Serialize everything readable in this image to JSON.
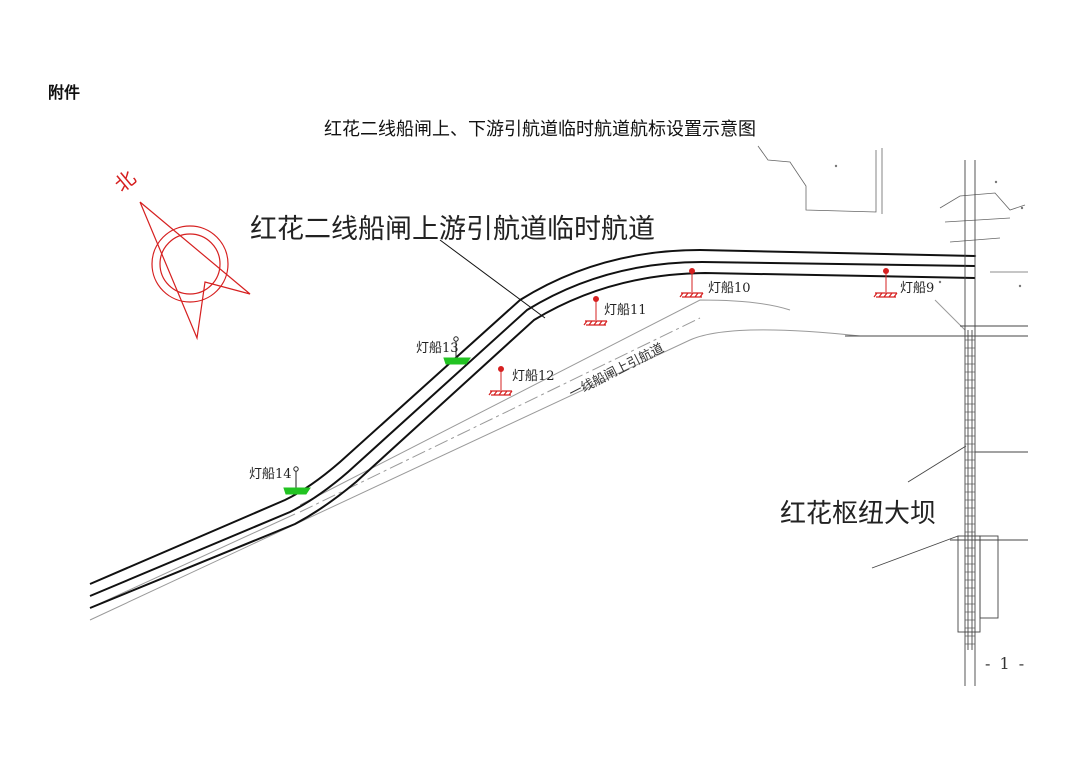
{
  "header": {
    "attachment_label": "附件",
    "title": "红花二线船闸上、下游引航道临时航道航标设置示意图"
  },
  "compass": {
    "north_label": "北",
    "icon": "north-arrow-icon",
    "color": "#d62020"
  },
  "labels": {
    "temp_channel": "红花二线船闸上游引航道临时航道",
    "old_channel": "一线船闸上引航道",
    "dam": "红花枢纽大坝"
  },
  "light_boats": [
    {
      "name": "灯船9",
      "color": "#d62020"
    },
    {
      "name": "灯船10",
      "color": "#d62020"
    },
    {
      "name": "灯船11",
      "color": "#d62020"
    },
    {
      "name": "灯船12",
      "color": "#d62020"
    },
    {
      "name": "灯船13",
      "color": "#22c322"
    },
    {
      "name": "灯船14",
      "color": "#22c322"
    }
  ],
  "footer": {
    "page_number": "- 1 -"
  },
  "colors": {
    "red_buoy": "#d62020",
    "green_buoy": "#22c322",
    "line": "#111111",
    "gray": "#9a9a9a"
  }
}
